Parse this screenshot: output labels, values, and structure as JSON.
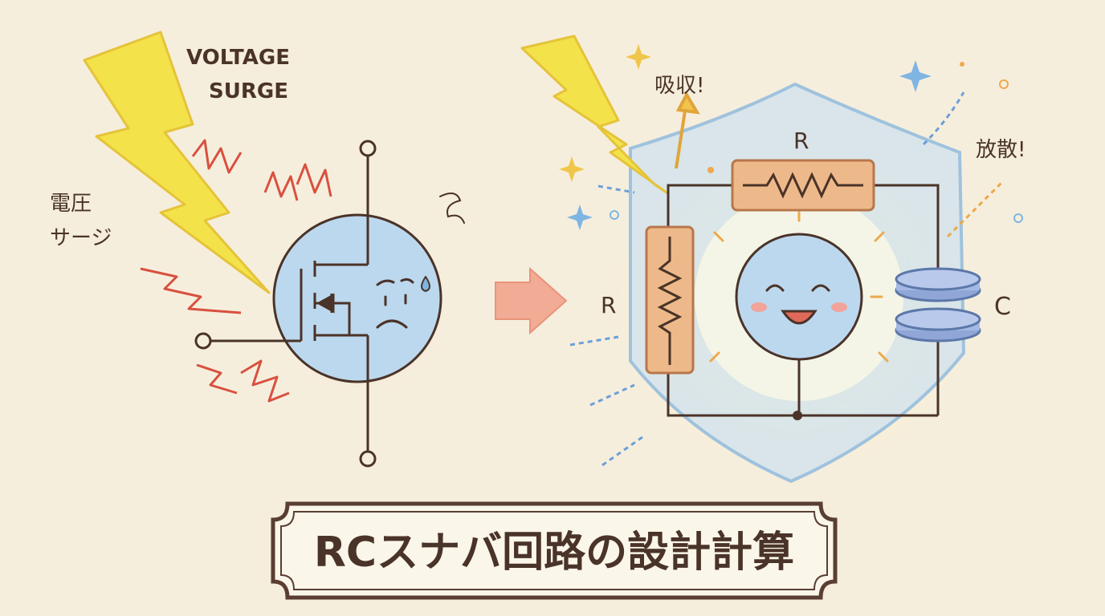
{
  "left_panel": {
    "surge_label_en_line1": "VOLTAGE",
    "surge_label_en_line2": "SURGE",
    "surge_label_jp_line1": "電圧",
    "surge_label_jp_line2": "サージ"
  },
  "right_panel": {
    "absorb_label": "吸収!",
    "dissipate_label": "放散!",
    "resistor_top_label": "R",
    "resistor_left_label": "R",
    "capacitor_label": "C"
  },
  "title": "RCスナバ回路の設計計算",
  "colors": {
    "background": "#f6eedd",
    "lightning": "#f3e24a",
    "device_blue": "#bcd8ee",
    "resistor_orange": "#eeb98a",
    "ink": "#4a3328",
    "arrow_pink": "#f2ab95",
    "surge_red": "#d9503f"
  }
}
